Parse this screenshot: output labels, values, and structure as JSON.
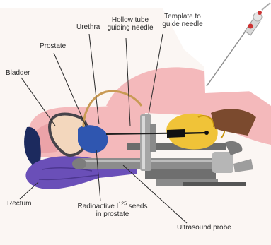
{
  "labels": {
    "urethra": "Urethra",
    "hollow_tube_line1": "Hollow tube",
    "hollow_tube_line2": "guiding needle",
    "template_line1": "Template to",
    "template_line2": "guide needle",
    "prostate": "Prostate",
    "bladder": "Bladder",
    "rectum": "Rectum",
    "seeds_prefix": "Radioactive I",
    "seeds_superscript": "125",
    "seeds_suffix": " seeds",
    "seeds_line2": "in prostate",
    "ultrasound_probe": "Ultrasound probe"
  },
  "colors": {
    "skin": "#f4b9bb",
    "skin_dark": "#e79aa0",
    "prostate": "#2f56b0",
    "bladder_fill": "#f3d7bd",
    "bladder_outline": "#47444a",
    "rectum": "#6a4fb8",
    "bowel": "#1c2a5e",
    "template_metal": "#a5a5a5",
    "glove": "#f0c338",
    "probe": "#8c8c8c",
    "leader_line": "#2a2a2a"
  },
  "inset": {
    "icon": "brachytherapy-needle-icon"
  }
}
